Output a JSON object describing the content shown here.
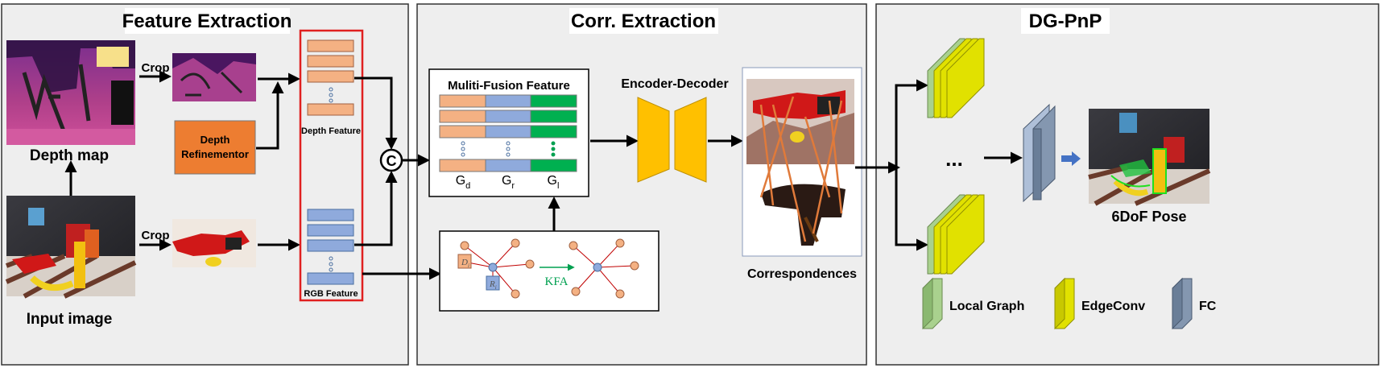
{
  "panels": {
    "feature_extraction": "Feature Extraction",
    "corr_extraction": "Corr. Extraction",
    "dg_pnp": "DG-PnP"
  },
  "feature_extraction": {
    "depth_map_label": "Depth map",
    "input_image_label": "Input image",
    "crop_label": "Crop",
    "depth_refinementor": [
      "Depth",
      "Refinementor"
    ],
    "depth_feature_label": "Depth Feature",
    "rgb_feature_label": "RGB  Feature",
    "concat_symbol": "C"
  },
  "corr_extraction": {
    "fusion_title": "Muliti-Fusion Feature",
    "groups": [
      {
        "base": "G",
        "sub": "d"
      },
      {
        "base": "G",
        "sub": "r"
      },
      {
        "base": "G",
        "sub": "l"
      }
    ],
    "encoder_decoder_label": "Encoder-Decoder",
    "correspondences_label": "Correspondences",
    "graph": {
      "d_label": "D",
      "d_sub": "i",
      "r_label": "R",
      "r_sub": "i",
      "kfa_label": "KFA"
    }
  },
  "dg_pnp": {
    "ellipsis": "...",
    "pose_label": "6DoF Pose",
    "legend": [
      "Local Graph",
      "EdgeConv",
      "FC"
    ]
  },
  "colors": {
    "depth_bar": "#f4b183",
    "rgb_bar": "#8faadc",
    "local_bar": "#00b050",
    "encoder": "#ffc000",
    "refiner": "#ed7d31",
    "highlight": "#e02020",
    "edgeconv": "#e1e100",
    "local_graph": "#a9d18e",
    "fc": "#8497b0",
    "kfa": "#00a050"
  }
}
